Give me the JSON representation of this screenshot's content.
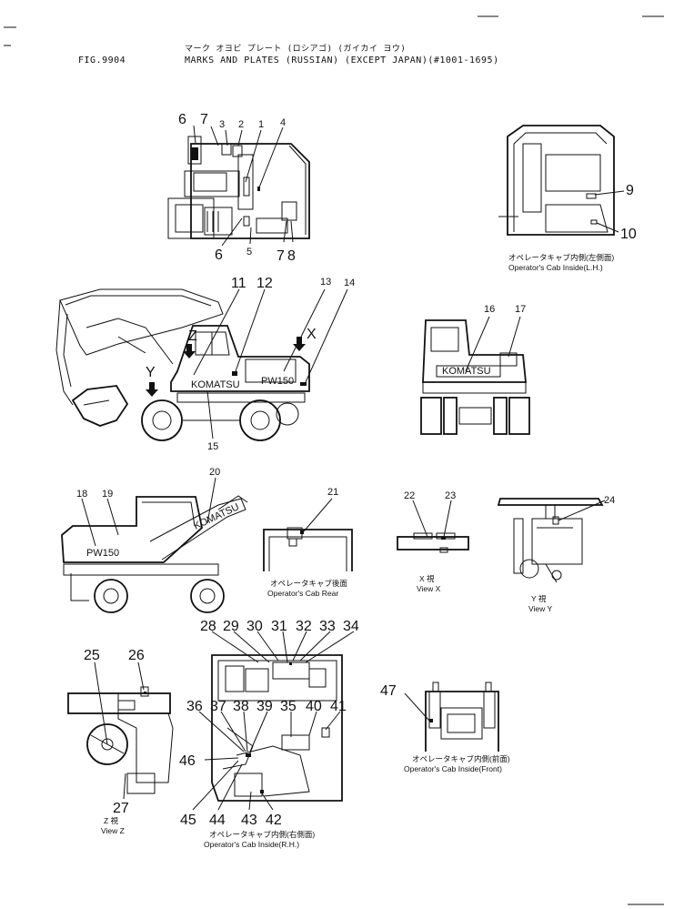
{
  "header": {
    "figure": "FIG.9904",
    "title_jp": "マーク オヨビ プレート (ロシアゴ) (ガイカイ ヨウ)",
    "title_en": "MARKS AND PLATES (RUSSIAN) (EXCEPT JAPAN)(#1001-1695)"
  },
  "callouts": [
    "1",
    "2",
    "3",
    "4",
    "5",
    "6",
    "6",
    "7",
    "7",
    "8",
    "9",
    "10",
    "11",
    "12",
    "13",
    "14",
    "15",
    "16",
    "17",
    "18",
    "19",
    "20",
    "21",
    "22",
    "23",
    "24",
    "25",
    "26",
    "27",
    "28",
    "29",
    "30",
    "31",
    "32",
    "33",
    "34",
    "35",
    "36",
    "37",
    "38",
    "39",
    "40",
    "41",
    "42",
    "43",
    "44",
    "45",
    "46",
    "47"
  ],
  "view_letters": {
    "x": "X",
    "y": "Y",
    "z": "Z"
  },
  "brand_marks": {
    "brand": "KOMATSU",
    "model": "PW150"
  },
  "captions": {
    "cab_inside_lh_jp": "オペレータキャブ内側(左側面)",
    "cab_inside_lh_en": "Operator's Cab Inside(L.H.)",
    "cab_rear_jp": "オペレータキャブ後面",
    "cab_rear_en": "Operator's Cab Rear",
    "view_x_jp": "X 視",
    "view_x_en": "View X",
    "view_y_jp": "Y 視",
    "view_y_en": "View Y",
    "view_z_jp": "Z 視",
    "view_z_en": "View Z",
    "cab_inside_rh_jp": "オペレータキャブ内側(右側面)",
    "cab_inside_rh_en": "Operator's Cab Inside(R.H.)",
    "cab_inside_front_jp": "オペレータキャブ内側(前面)",
    "cab_inside_front_en": "Operator's Cab Inside(Front)"
  }
}
